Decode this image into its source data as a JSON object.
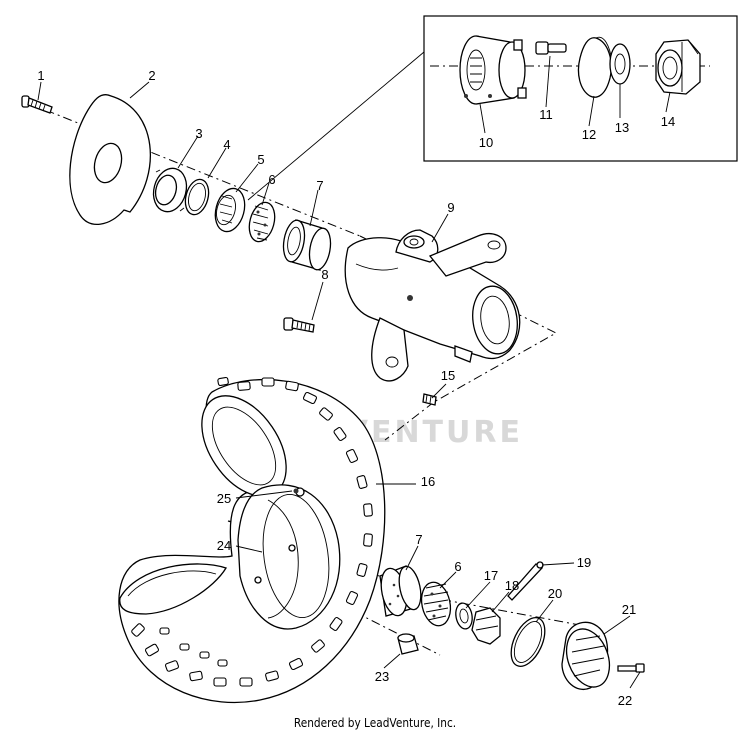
{
  "diagram": {
    "watermark": "LEADVENTURE",
    "footer": "Rendered by LeadVenture, Inc.",
    "callouts": [
      "1",
      "2",
      "3",
      "4",
      "5",
      "6",
      "7",
      "8",
      "9",
      "10",
      "11",
      "12",
      "13",
      "14",
      "15",
      "16",
      "17",
      "18",
      "19",
      "20",
      "21",
      "22",
      "23",
      "24",
      "25",
      "6",
      "7"
    ]
  }
}
